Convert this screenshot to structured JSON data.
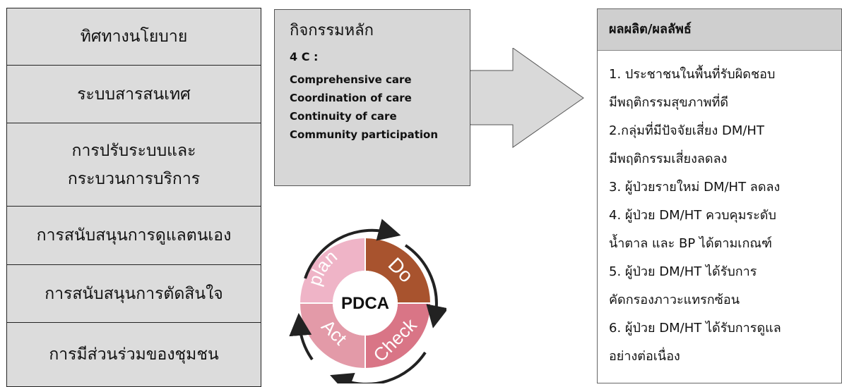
{
  "left_boxes": [
    {
      "lines": [
        "ทิศทางนโยบาย"
      ]
    },
    {
      "lines": [
        "ระบบสารสนเทศ"
      ]
    },
    {
      "lines": [
        "การปรับระบบและ",
        "กระบวนการบริการ"
      ]
    },
    {
      "lines": [
        "การสนับสนุนการดูแลตนเอง"
      ]
    },
    {
      "lines": [
        "การสนับสนุนการตัดสินใจ"
      ]
    },
    {
      "lines": [
        "การมีส่วนร่วมของชุมชน"
      ]
    }
  ],
  "activities": {
    "title": "กิจกรรมหลัก",
    "subtitle": "4 C :",
    "items": [
      "Comprehensive care",
      "Coordination of care",
      "Continuity of care",
      "Community participation"
    ]
  },
  "pdca": {
    "center": "PDCA",
    "plan": "plan",
    "do": "Do",
    "check": "Check",
    "act": "Act",
    "colors": {
      "plan": "#efb4c7",
      "do": "#a8532e",
      "check": "#d97586",
      "act": "#e39aa8"
    }
  },
  "outputs": {
    "title": "ผลผลิต/ผลลัพธ์",
    "lines": [
      "1. ประชาชนในพื้นที่รับผิดชอบ",
      "มีพฤติกรรมสุขภาพที่ดี",
      "2.กลุ่มที่มีปัจจัยเสี่ยง DM/HT",
      "มีพฤติกรรมเสี่ยงลดลง",
      "3. ผู้ป่วยรายใหม่ DM/HT ลดลง",
      "4. ผู้ป่วย DM/HT ควบคุมระดับ",
      "น้ำตาล และ BP ได้ตามเกณฑ์",
      "5. ผู้ป่วย DM/HT ได้รับการ",
      "คัดกรองภาวะแทรกซ้อน",
      "6. ผู้ป่วย DM/HT ได้รับการดูแล",
      "อย่างต่อเนื่อง"
    ]
  }
}
